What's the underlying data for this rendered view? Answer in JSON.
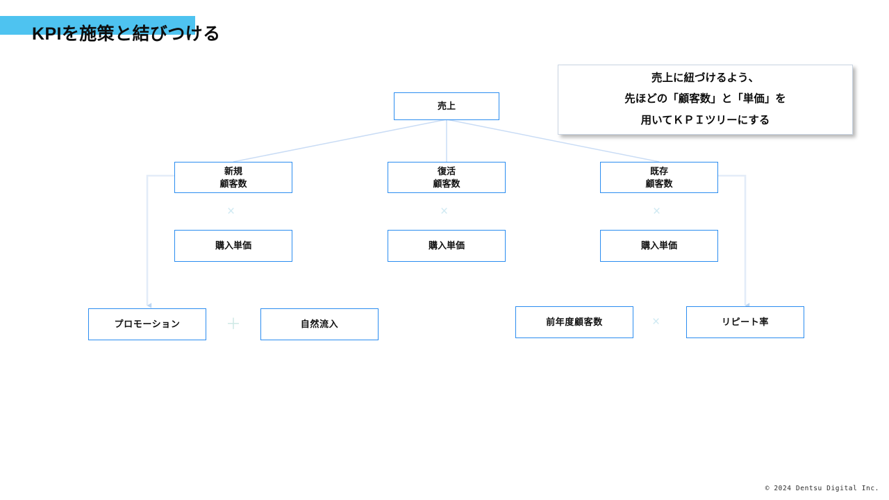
{
  "slide": {
    "title": "KPIを施策と結びつける",
    "highlight_color": "#4ec3f0",
    "node_border_color": "#2a8cf0",
    "connector_color": "#c9dcf5",
    "footer_copyright": "© 2024 Dentsu Digital Inc."
  },
  "callout": {
    "lines": [
      "売上に紐づけるよう、",
      "先ほどの「顧客数」と「単価」を",
      "用いてＫＰＩツリーにする"
    ]
  },
  "tree": {
    "root": {
      "label": "売上"
    },
    "branches": [
      {
        "customer_node": {
          "line1": "新規",
          "line2": "顧客数"
        },
        "operator": "×",
        "price_node": {
          "label": "購入単価"
        }
      },
      {
        "customer_node": {
          "line1": "復活",
          "line2": "顧客数"
        },
        "operator": "×",
        "price_node": {
          "label": "購入単価"
        }
      },
      {
        "customer_node": {
          "line1": "既存",
          "line2": "顧客数"
        },
        "operator": "×",
        "price_node": {
          "label": "購入単価"
        }
      }
    ],
    "measures": {
      "left_group": {
        "first": {
          "label": "プロモーション"
        },
        "operator": "＋",
        "second": {
          "label": "自然流入"
        }
      },
      "right_group": {
        "first": {
          "label": "前年度顧客数"
        },
        "operator": "×",
        "second": {
          "label": "リピート率"
        }
      }
    }
  }
}
